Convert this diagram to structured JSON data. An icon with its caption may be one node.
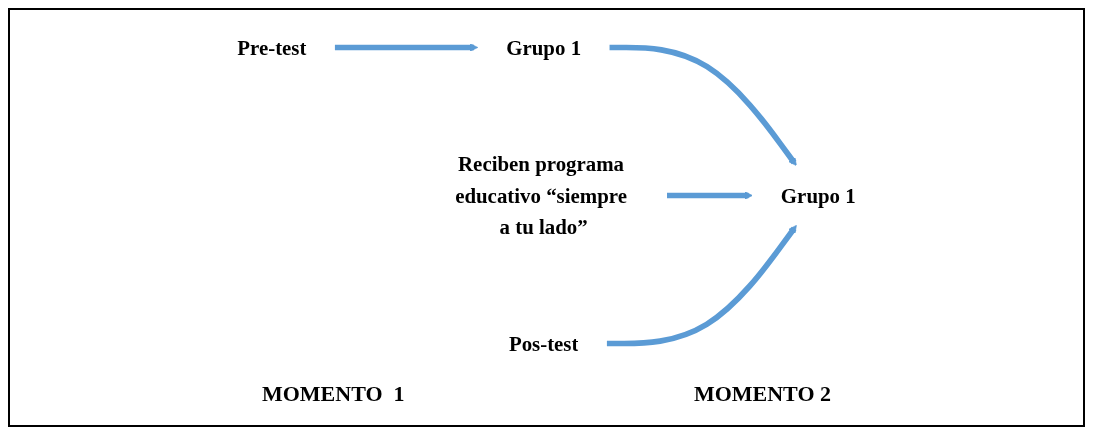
{
  "diagram": {
    "nodes": [
      {
        "text": [
          "Reciben programa educativo “siempre a tu lado”"
        ]
      },
      {
        "text": [
          "Pre-test"
        ]
      },
      {
        "text": [
          "Grupo 1"
        ]
      },
      {
        "text": [
          "Grupo 1"
        ]
      },
      {
        "text": [
          "Pos-test"
        ]
      }
    ],
    "edges": [
      {
        "from": 1,
        "to": 2,
        "arrow": "to"
      },
      {
        "from": 2,
        "to": 3,
        "arrow": "to"
      },
      {
        "from": 0,
        "to": 3,
        "arrow": "to"
      },
      {
        "from": 4,
        "to": 3,
        "arrow": "to"
      }
    ],
    "labels": [
      "MOMENTO  1",
      "MOMENTO 2"
    ]
  }
}
